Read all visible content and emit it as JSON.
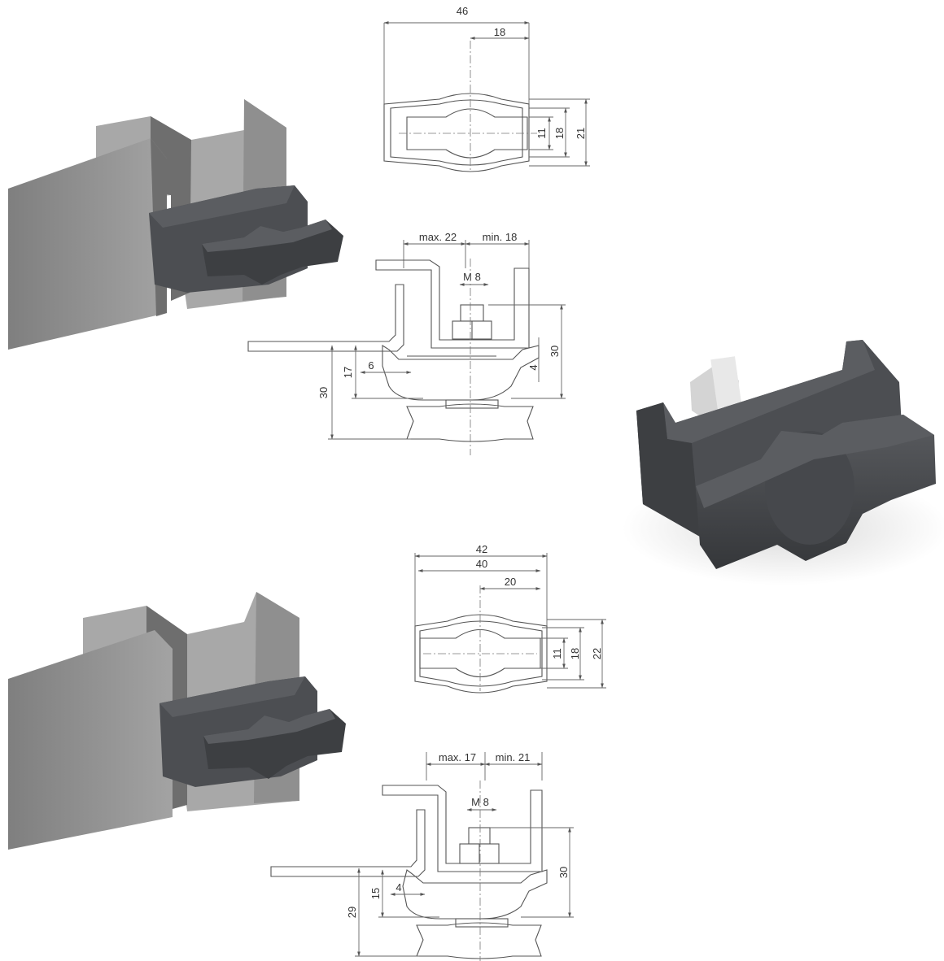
{
  "drawing_top": {
    "plan_view": {
      "overall_width": "46",
      "offset": "18",
      "slot_height": "11",
      "knob_height": "18",
      "body_height": "21"
    },
    "section_view": {
      "max_label": "max. 22",
      "min_label": "min. 18",
      "thread": "M 8",
      "height_right": "30",
      "lip": "4",
      "jaw": "6",
      "height_left_inner": "17",
      "height_left_outer": "30"
    }
  },
  "drawing_bottom": {
    "plan_view": {
      "overall_width": "42",
      "inner_width": "40",
      "offset": "20",
      "slot_height": "11",
      "knob_height": "18",
      "body_height": "22"
    },
    "section_view": {
      "max_label": "max. 17",
      "min_label": "min. 21",
      "thread": "M 8",
      "height_right": "30",
      "jaw": "4",
      "height_left_inner": "15",
      "height_left_outer": "29"
    }
  },
  "colors": {
    "metal": "#8f8f8f",
    "knob": "#3d3f42",
    "line": "#555555"
  }
}
